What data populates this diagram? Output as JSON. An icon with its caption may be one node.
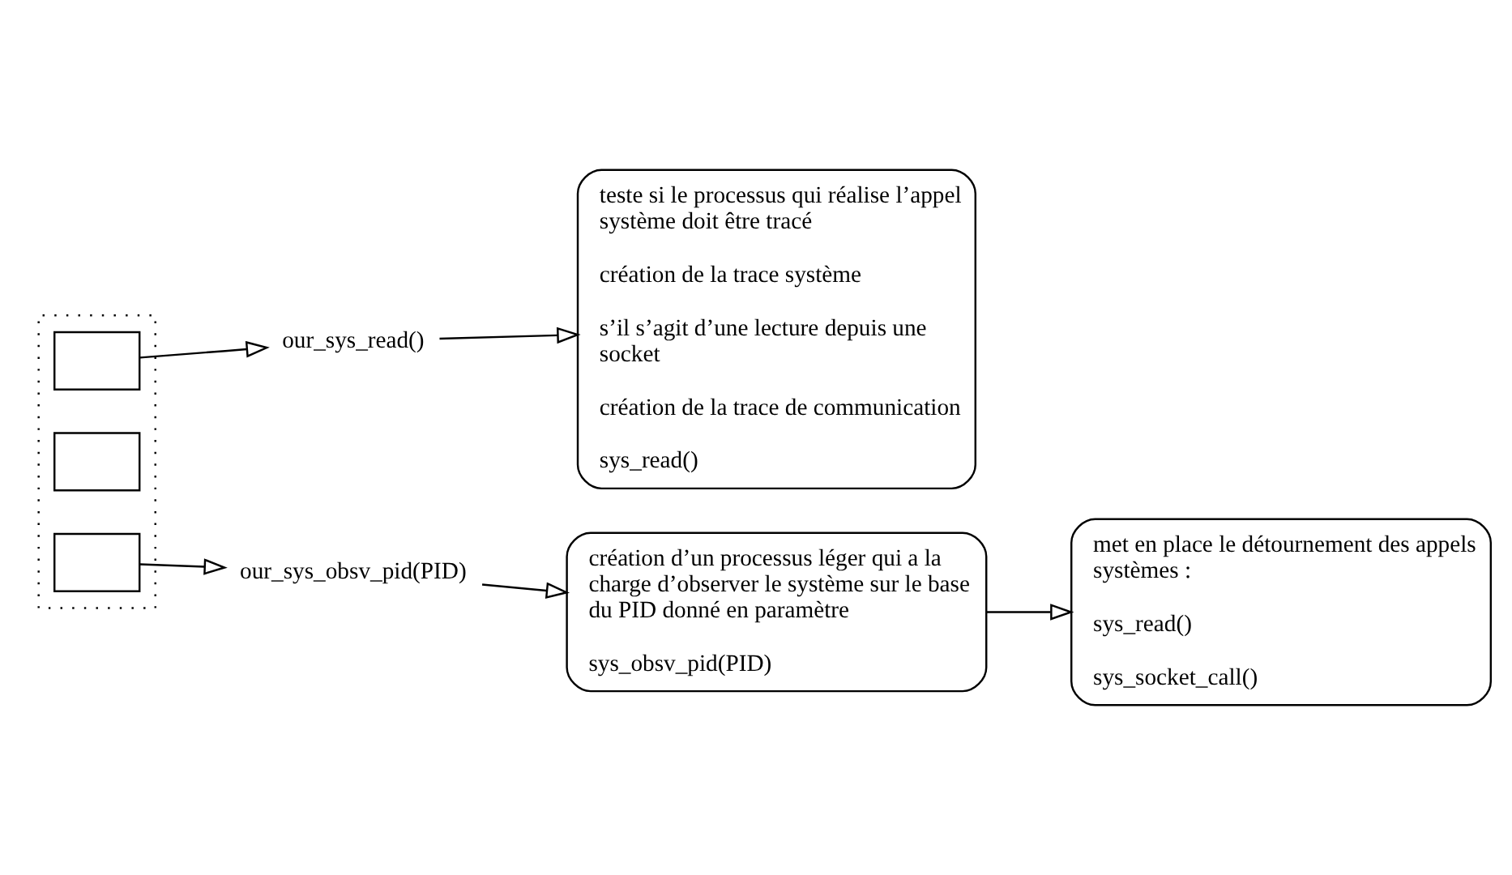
{
  "diagram": {
    "nodes": [
      {
        "text": [],
        "shape": "box"
      },
      {
        "text": [],
        "shape": "box",
        "in": 0
      },
      {
        "text": [],
        "shape": "box",
        "in": 0
      },
      {
        "text": [],
        "shape": "box",
        "in": 0
      },
      {
        "text": [
          "our_sys_read()"
        ]
      },
      {
        "text": [
          "our_sys_obsv_pid(PID)"
        ]
      },
      {
        "text": [
          "teste si le processus qui réalise l’appel système doit être tracé",
          "création de la trace système",
          "s’il s’agit d’une lecture depuis une socket",
          "création de la trace de communication",
          "sys_read()"
        ]
      },
      {
        "text": [
          "création d’un processus léger qui a la charge d’observer le système sur le base du PID donné en paramètre",
          "sys_obsv_pid(PID)"
        ]
      },
      {
        "text": [
          "met en place le détournement des appels systèmes :",
          "sys_read()",
          "sys_socket_call()"
        ]
      }
    ],
    "edges": [
      {
        "from": 1,
        "to": 4,
        "arrow": "to"
      },
      {
        "from": 4,
        "to": 6,
        "arrow": "to"
      },
      {
        "from": 3,
        "to": 5,
        "arrow": "to"
      },
      {
        "from": 5,
        "to": 7,
        "arrow": "to"
      },
      {
        "from": 7,
        "to": 8,
        "arrow": "to"
      }
    ]
  }
}
